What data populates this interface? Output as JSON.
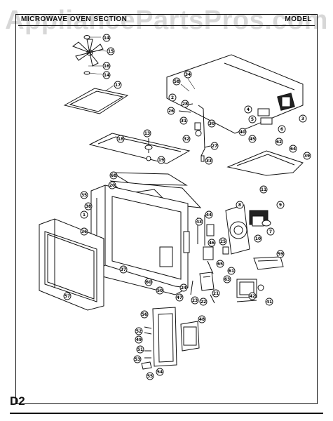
{
  "header": {
    "section_title": "MICROWAVE OVEN SECTION",
    "model_label": "MODEL"
  },
  "watermark": "AppliancePartsPros.com",
  "page_code": "D2",
  "callouts": [
    {
      "id": "fan-blade",
      "num": "14"
    },
    {
      "id": "fan-hub",
      "num": "15"
    },
    {
      "id": "fan-nut",
      "num": "16"
    },
    {
      "id": "fan-shaft",
      "num": "14"
    },
    {
      "id": "filter",
      "num": "17"
    },
    {
      "id": "cabinet-top",
      "num": "34"
    },
    {
      "id": "cabinet-screw",
      "num": "58"
    },
    {
      "id": "thermostat",
      "num": "2"
    },
    {
      "id": "clip-28",
      "num": "28"
    },
    {
      "id": "screw-26",
      "num": "26"
    },
    {
      "id": "lamp-30",
      "num": "30"
    },
    {
      "id": "screw-31",
      "num": "31"
    },
    {
      "id": "socket-32",
      "num": "32"
    },
    {
      "id": "bracket-27",
      "num": "27"
    },
    {
      "id": "screw-33",
      "num": "33"
    },
    {
      "id": "trans-4",
      "num": "4"
    },
    {
      "id": "trans-5",
      "num": "5"
    },
    {
      "id": "diode-6",
      "num": "6"
    },
    {
      "id": "fuse-3",
      "num": "3"
    },
    {
      "id": "terminal-40",
      "num": "40"
    },
    {
      "id": "cap-45",
      "num": "45"
    },
    {
      "id": "clip-62",
      "num": "62"
    },
    {
      "id": "screw-64",
      "num": "64"
    },
    {
      "id": "screw-39",
      "num": "39"
    },
    {
      "id": "duct-11",
      "num": "11"
    },
    {
      "id": "rail-18",
      "num": "18"
    },
    {
      "id": "knob-13",
      "num": "13"
    },
    {
      "id": "screw-19",
      "num": "19"
    },
    {
      "id": "panel-68",
      "num": "68"
    },
    {
      "id": "panel-20",
      "num": "20"
    },
    {
      "id": "frame-35",
      "num": "35"
    },
    {
      "id": "frame-36",
      "num": "36"
    },
    {
      "id": "frame-1",
      "num": "1"
    },
    {
      "id": "frame-38",
      "num": "38"
    },
    {
      "id": "cavity-37",
      "num": "37"
    },
    {
      "id": "screw-60",
      "num": "60"
    },
    {
      "id": "door-57",
      "num": "57"
    },
    {
      "id": "screw-44",
      "num": "44"
    },
    {
      "id": "screw-43",
      "num": "43"
    },
    {
      "id": "switch-25",
      "num": "25"
    },
    {
      "id": "switch-46",
      "num": "46"
    },
    {
      "id": "motor-8",
      "num": "8"
    },
    {
      "id": "motor-9",
      "num": "9"
    },
    {
      "id": "motor-7",
      "num": "7"
    },
    {
      "id": "motor-10",
      "num": "10"
    },
    {
      "id": "relay-59",
      "num": "59"
    },
    {
      "id": "diode-61",
      "num": "61"
    },
    {
      "id": "cap-63",
      "num": "63"
    },
    {
      "id": "mag-42",
      "num": "42"
    },
    {
      "id": "mag-41",
      "num": "41"
    },
    {
      "id": "mag-21",
      "num": "21"
    },
    {
      "id": "screw-22",
      "num": "22"
    },
    {
      "id": "screw-23",
      "num": "23"
    },
    {
      "id": "screw-24",
      "num": "24"
    },
    {
      "id": "screw-47",
      "num": "47"
    },
    {
      "id": "screw-50",
      "num": "50"
    },
    {
      "id": "panel-56",
      "num": "56"
    },
    {
      "id": "panel-52",
      "num": "52"
    },
    {
      "id": "panel-49",
      "num": "49"
    },
    {
      "id": "panel-48",
      "num": "48"
    },
    {
      "id": "screw-51",
      "num": "51"
    },
    {
      "id": "screw-53",
      "num": "53"
    },
    {
      "id": "knob-54",
      "num": "54"
    },
    {
      "id": "knob-55",
      "num": "55"
    },
    {
      "id": "clip-65",
      "num": "65"
    }
  ]
}
